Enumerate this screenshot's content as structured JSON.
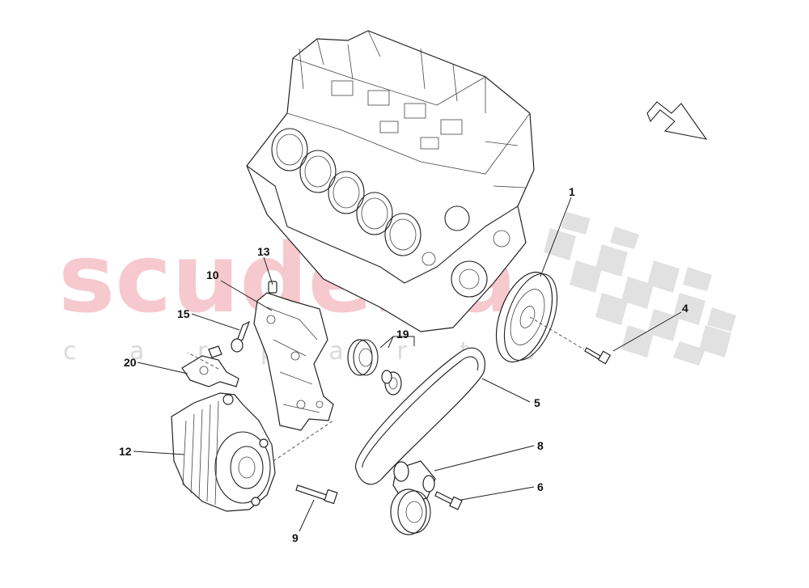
{
  "watermark": {
    "line1": "scuderia",
    "line2": "c a r p a r t s",
    "color": "#f4b8bf",
    "checker_color": "#dcdcdc"
  },
  "callouts": {
    "c1": "1",
    "c4": "4",
    "c5": "5",
    "c6": "6",
    "c8": "8",
    "c9": "9",
    "c10": "10",
    "c12": "12",
    "c13": "13",
    "c15": "15",
    "c19": "19",
    "c20": "20"
  },
  "icons": {
    "direction": "arrow-icon"
  }
}
